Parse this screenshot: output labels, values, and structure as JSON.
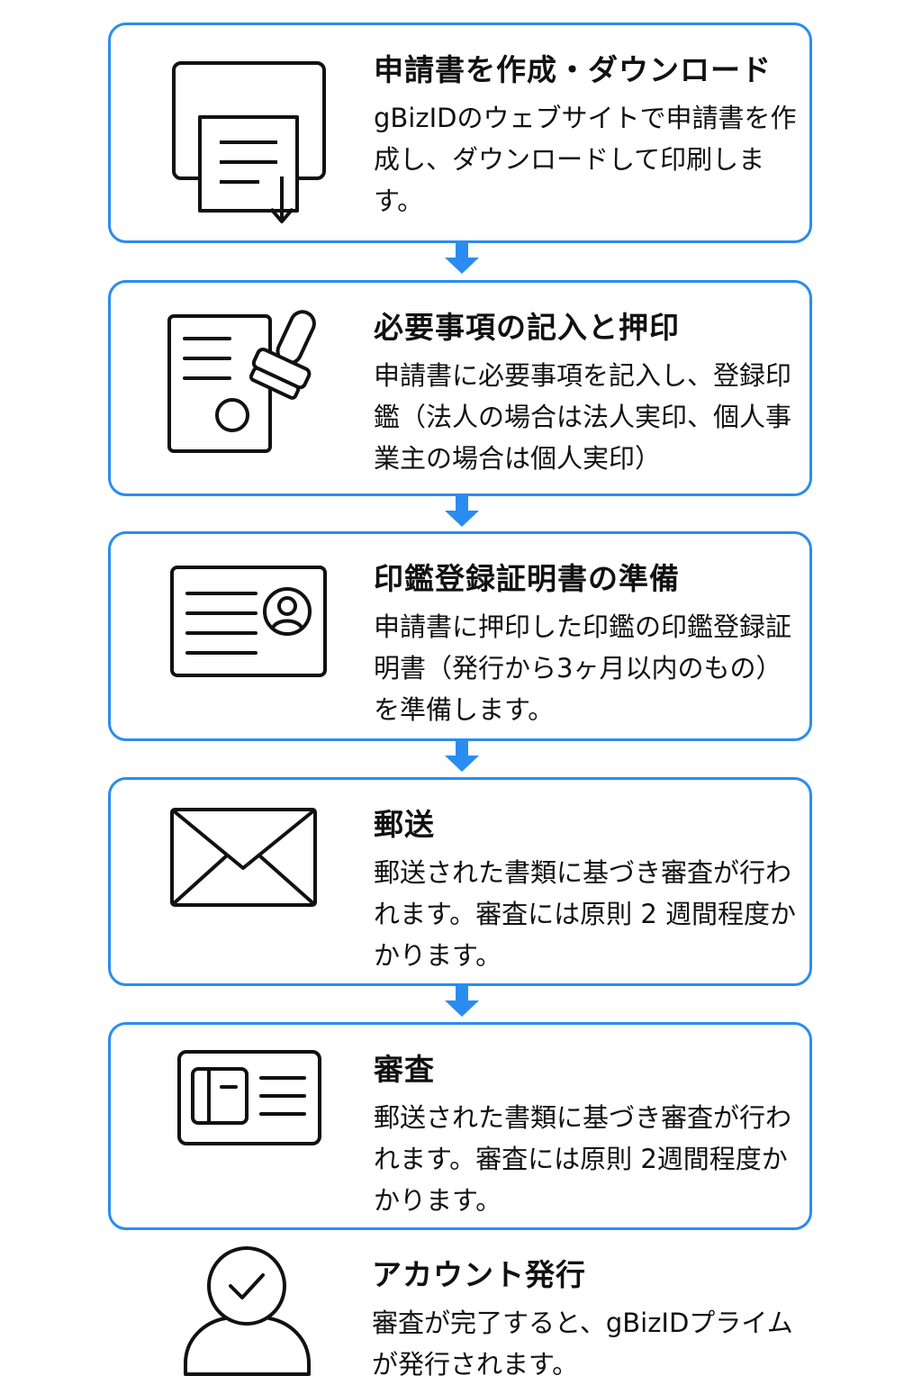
{
  "accent_color": "#2a8cf0",
  "steps": [
    {
      "title": "申請書を作成・ダウンロード",
      "body": "gBizIDのウェブサイトで申請書を作成し、ダウンロードして印刷します。",
      "icon": "printer-download-icon"
    },
    {
      "title": "必要事項の記入と押印",
      "body": "申請書に必要事項を記入し、登録印鑑（法人の場合は法人実印、個人事業主の場合は個人実印）",
      "icon": "document-stamp-icon"
    },
    {
      "title": "印鑑登録証明書の準備",
      "body": "申請書に押印した印鑑の印鑑登録証明書（発行から3ヶ月以内のもの）を準備します。",
      "icon": "id-card-icon"
    },
    {
      "title": "郵送",
      "body": "郵送された書類に基づき審査が行われます。審査には原則 2 週間程度かかります。",
      "icon": "envelope-icon"
    },
    {
      "title": "審査",
      "body": "郵送された書類に基づき審査が行われます。審査には原則 2週間程度かかります。",
      "icon": "review-card-icon"
    },
    {
      "title": "アカウント発行",
      "body": "審査が完了すると、gBizIDプライムが発行されます。",
      "icon": "user-check-icon"
    }
  ]
}
